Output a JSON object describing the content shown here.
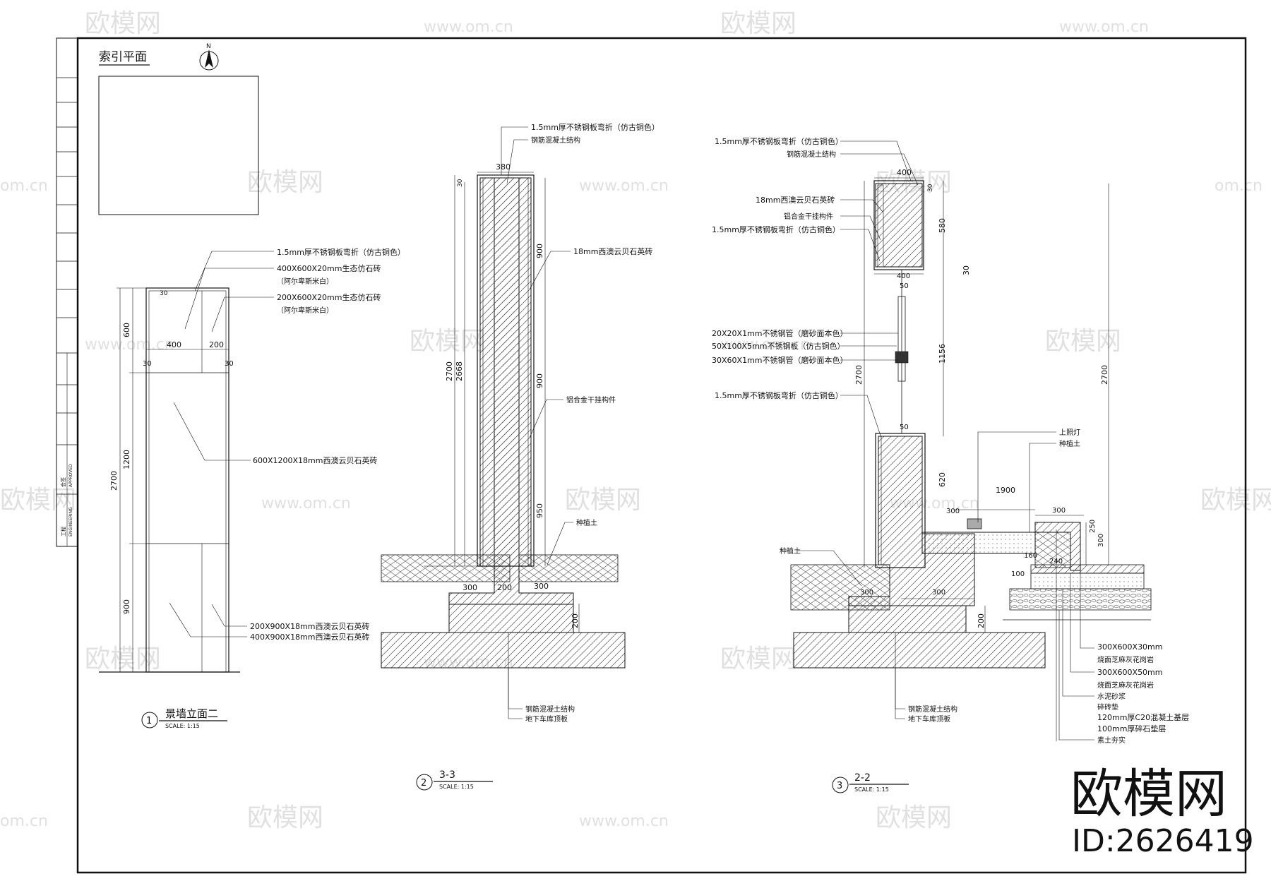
{
  "watermark": {
    "brand": "欧模网",
    "url": "www.om.cn",
    "url_partial": "om.cn",
    "brand_partial": "欧模网"
  },
  "logo": {
    "text": "欧模网",
    "id": "ID:2626419"
  },
  "north": "N",
  "index_plan": {
    "title": "索引平面"
  },
  "title_block": {
    "labels": [
      "工程",
      "ENGINEERING",
      "会签",
      "APPROVED"
    ]
  },
  "drawing1": {
    "number": "1",
    "title": "景墙立面二",
    "scale": "SCALE: 1:15",
    "dims": {
      "total": "2700",
      "seg_600": "600",
      "seg_1200": "1200",
      "seg_900": "900",
      "w400": "400",
      "w200": "200",
      "e30a": "30",
      "e30b": "30",
      "e30c": "30"
    },
    "callouts": [
      "1.5mm厚不锈钢板弯折（仿古铜色）",
      "400X600X20mm生态仿石砖",
      "（阿尔卑斯米白）",
      "200X600X20mm生态仿石砖",
      "（阿尔卑斯米白）",
      "600X1200X18mm西澳云贝石英砖",
      "200X900X18mm西澳云贝石英砖",
      "400X900X18mm西澳云贝石英砖"
    ]
  },
  "drawing2": {
    "number": "2",
    "title": "3-3",
    "scale": "SCALE: 1:15",
    "dims": {
      "top": "380",
      "e30": "30",
      "total": "2700",
      "inner": "2668",
      "s900a": "900",
      "s900b": "900",
      "s950": "950",
      "b300": "300",
      "b200": "200",
      "b300r": "300",
      "h200": "200"
    },
    "callouts": [
      "1.5mm厚不锈钢板弯折（仿古铜色）",
      "钢筋混凝土结构",
      "18mm西澳云贝石英砖",
      "铝合金干挂构件",
      "种植土",
      "钢筋混凝土结构",
      "地下车库顶板"
    ]
  },
  "drawing3": {
    "number": "3",
    "title": "2-2",
    "scale": "SCALE: 1:15",
    "dims": {
      "top": "400",
      "e30": "30",
      "s580": "580",
      "gap30": "30",
      "mid400": "400",
      "m50a": "50",
      "total": "2700",
      "s1156": "1156",
      "m50b": "50",
      "s620": "620",
      "s300a": "300",
      "s1900": "1900",
      "s300b": "300",
      "s250": "250",
      "s300c": "300",
      "s160": "160",
      "s240": "240",
      "s100": "100",
      "b300l": "300",
      "b300r": "300",
      "h200": "200",
      "right2700": "2700"
    },
    "callouts": [
      "1.5mm厚不锈钢板弯折（仿古铜色）",
      "钢筋混凝土结构",
      "18mm西澳云贝石英砖",
      "铝合金干挂构件",
      "1.5mm厚不锈钢板弯折（仿古铜色）",
      "20X20X1mm不锈钢管（磨砂面本色）",
      "50X100X5mm不锈钢板（仿古铜色）",
      "30X60X1mm不锈钢管（磨砂面本色）",
      "1.5mm厚不锈钢板弯折（仿古铜色）",
      "上照灯",
      "种植土",
      "种植土",
      "钢筋混凝土结构",
      "地下车库顶板"
    ],
    "layers": [
      "300X600X30mm",
      "烧面芝麻灰花岗岩",
      "300X600X50mm",
      "烧面芝麻灰花岗岩",
      "水泥砂浆",
      "碎砖垫",
      "120mm厚C20混凝土基层",
      "100mm厚碎石垫层",
      "素土夯实"
    ]
  }
}
